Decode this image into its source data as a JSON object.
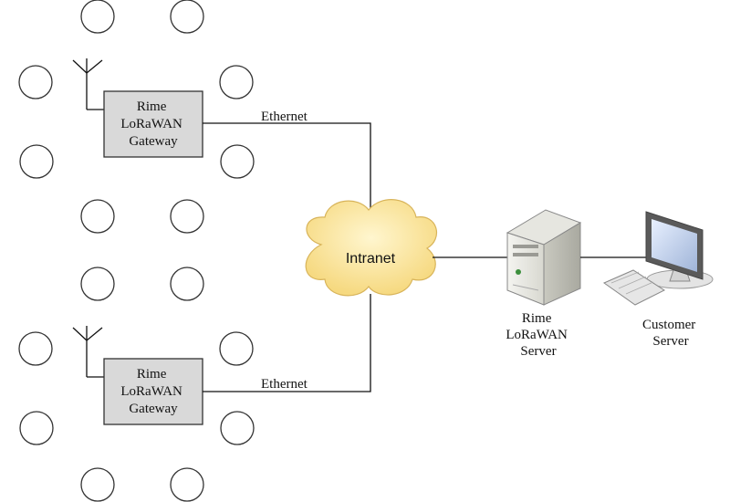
{
  "gateways": [
    {
      "lines": [
        "Rime",
        "LoRaWAN",
        "Gateway"
      ],
      "link_label": "Ethernet"
    },
    {
      "lines": [
        "Rime",
        "LoRaWAN",
        "Gateway"
      ],
      "link_label": "Ethernet"
    }
  ],
  "cloud": {
    "label": "Intranet",
    "color": "#fde9a6"
  },
  "server": {
    "lines": [
      "Rime",
      "LoRaWAN",
      "Server"
    ]
  },
  "customer": {
    "lines": [
      "Customer",
      "Server"
    ]
  },
  "colors": {
    "gateway_fill": "#d9d9d9",
    "line": "#111111",
    "node_stroke": "#333333"
  },
  "icons": [
    "antenna-icon",
    "cloud-icon",
    "server-tower-icon",
    "monitor-icon",
    "keyboard-icon"
  ]
}
